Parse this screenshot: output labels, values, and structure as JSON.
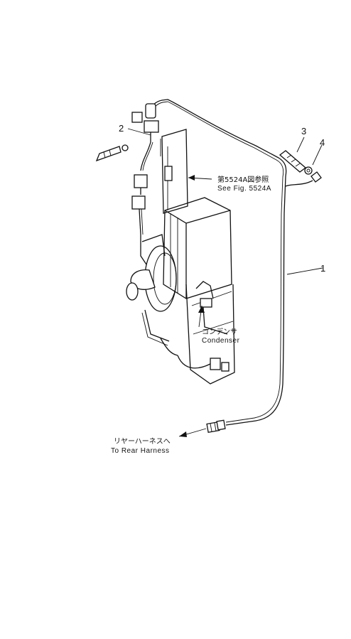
{
  "callouts": {
    "item_1": "1",
    "item_2": "2",
    "item_3": "3",
    "item_4": "4"
  },
  "notes": {
    "see_fig_jp": "第5524A図参照",
    "see_fig_en": "See Fig. 5524A",
    "condenser_jp": "コンデンサ",
    "condenser_en": "Condenser",
    "rear_harness_jp": "リヤーハーネスへ",
    "rear_harness_en": "To Rear Harness"
  }
}
